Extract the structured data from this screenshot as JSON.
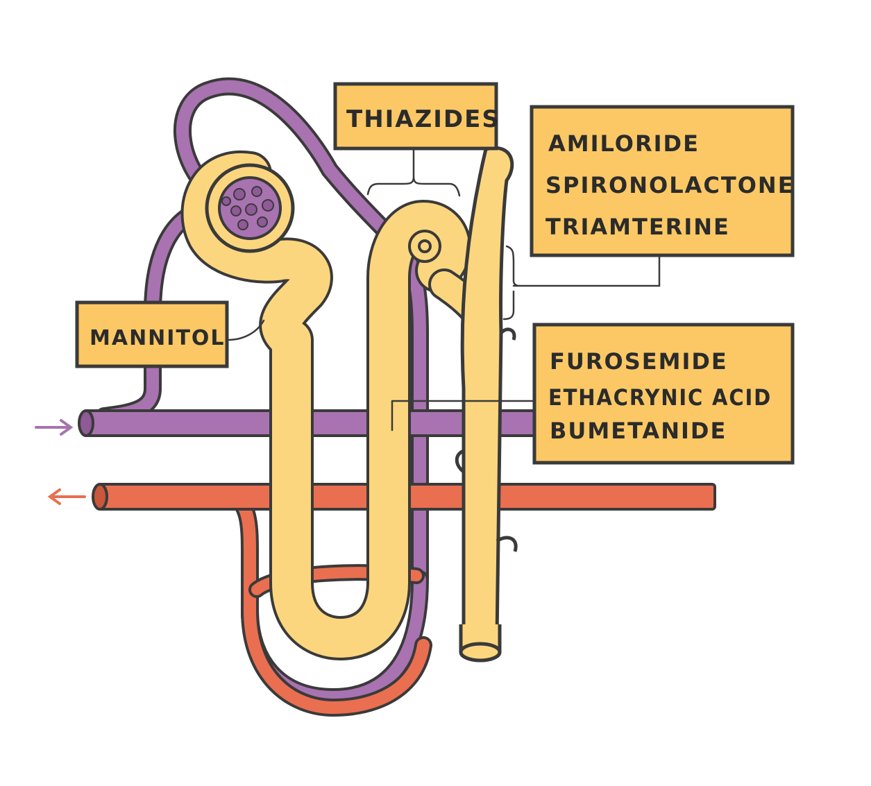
{
  "labels": {
    "thiazides": "THIAZIDES",
    "mannitol": "MANNITOL",
    "potassium_sparing": [
      "AMILORIDE",
      "SPIRONOLACTONE",
      "TRIAMTERINE"
    ],
    "loop": [
      "FUROSEMIDE",
      "ETHACRYNIC ACID",
      "BUMETANIDE"
    ]
  },
  "colors": {
    "label_box": "#fbc865",
    "tubule": "#fcd67e",
    "afferent_vessel": "#a873b0",
    "efferent_vessel": "#e96f50",
    "outline": "#3a3a3a"
  }
}
